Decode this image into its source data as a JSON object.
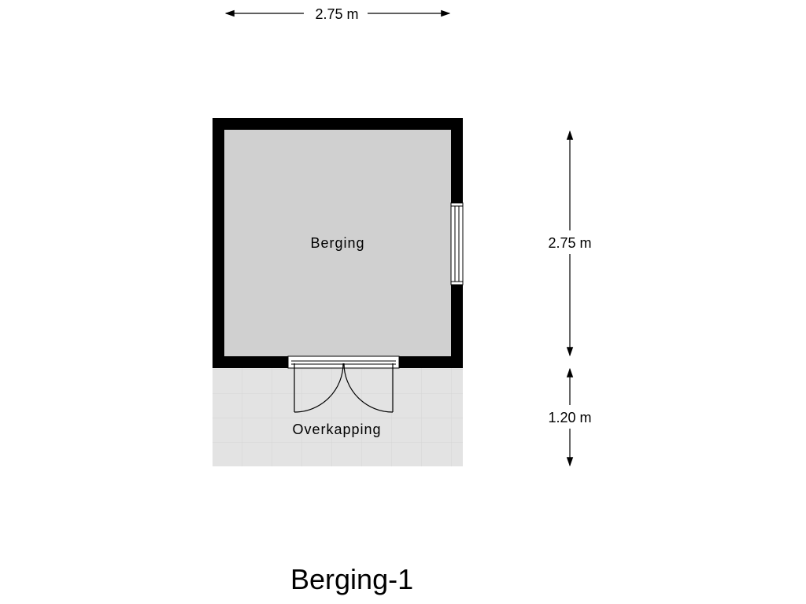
{
  "plan": {
    "title": "Berging-1",
    "dimensions": {
      "top_width": "2.75 m",
      "right_room": "2.75 m",
      "right_canopy": "1.20 m"
    },
    "rooms": {
      "storage": "Berging",
      "canopy": "Overkapping"
    },
    "colors": {
      "wall": "#000000",
      "room_fill": "#d0d0d0",
      "canopy_fill": "#e2e2e2",
      "line": "#000000"
    }
  }
}
